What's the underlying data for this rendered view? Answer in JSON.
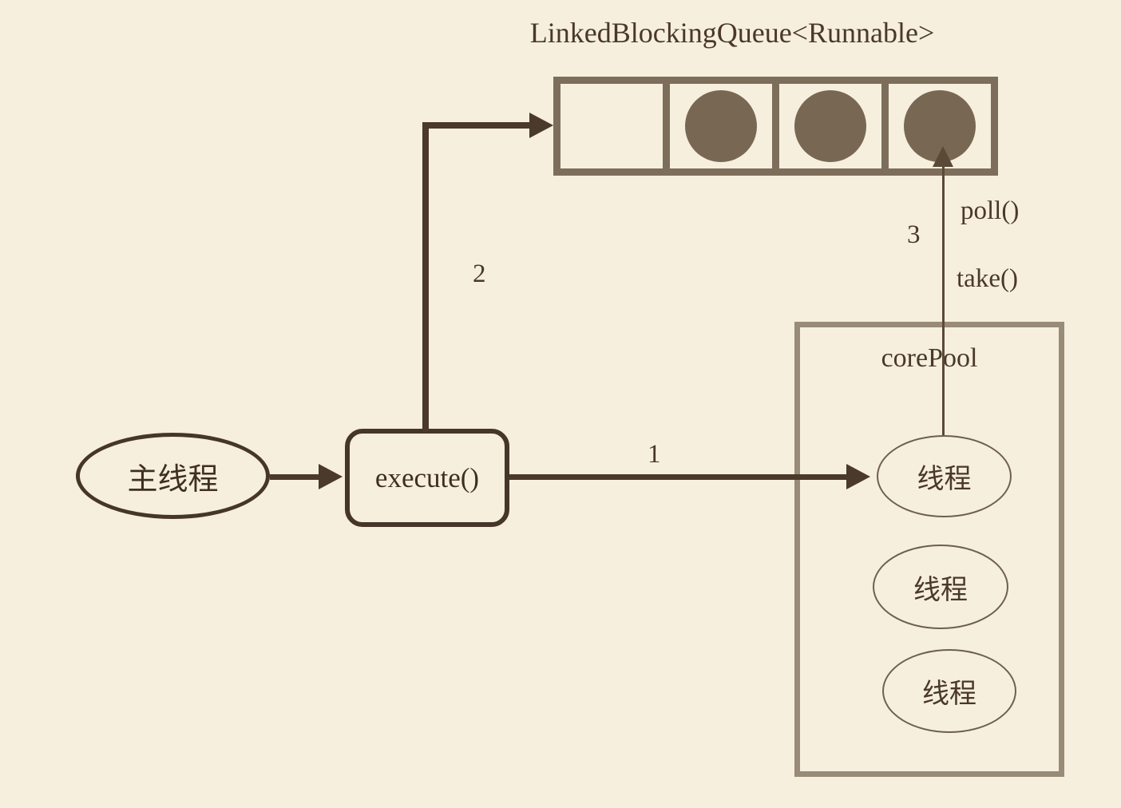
{
  "title": "LinkedBlockingQueue<Runnable>",
  "queue": {
    "cells": [
      {
        "filled": false
      },
      {
        "filled": true
      },
      {
        "filled": true
      },
      {
        "filled": true
      }
    ]
  },
  "nodes": {
    "main_thread": {
      "label": "主线程"
    },
    "execute": {
      "label": "execute()"
    },
    "core_pool": {
      "label": "corePool",
      "threads": [
        "线程",
        "线程",
        "线程"
      ]
    }
  },
  "edges": {
    "step1": {
      "label": "1"
    },
    "step2": {
      "label": "2"
    },
    "step3": {
      "label": "3",
      "methods": [
        "poll()",
        "take()"
      ]
    }
  },
  "colors": {
    "background": "#f6efdd",
    "dark_line": "#4b392c",
    "queue_border": "#7d6e5b",
    "queue_item_fill": "#786853",
    "pool_border": "#988b77",
    "thin_line": "#5a4936",
    "text": "#4a382b"
  }
}
